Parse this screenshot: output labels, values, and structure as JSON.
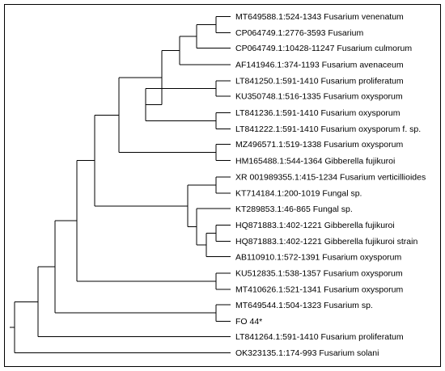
{
  "tree": {
    "leaves": [
      {
        "id": "L1",
        "label": "MT649588.1:524-1343 Fusarium venenatum"
      },
      {
        "id": "L2",
        "label": "CP064749.1:2776-3593 Fusarium"
      },
      {
        "id": "L3",
        "label": "CP064749.1:10428-11247 Fusarium culmorum"
      },
      {
        "id": "L4",
        "label": "AF141946.1:374-1193 Fusarium avenaceum"
      },
      {
        "id": "L5",
        "label": "LT841250.1:591-1410 Fusarium proliferatum"
      },
      {
        "id": "L6",
        "label": "KU350748.1:516-1335 Fusarium oxysporum"
      },
      {
        "id": "L7",
        "label": "LT841236.1:591-1410 Fusarium oxysporum"
      },
      {
        "id": "L8",
        "label": "LT841222.1:591-1410 Fusarium oxysporum f. sp."
      },
      {
        "id": "L9",
        "label": "MZ496571.1:519-1338 Fusarium oxysporum"
      },
      {
        "id": "L10",
        "label": "HM165488.1:544-1364 Gibberella fujikuroi"
      },
      {
        "id": "L11",
        "label": "XR 001989355.1:415-1234 Fusarium verticillioides"
      },
      {
        "id": "L12",
        "label": "KT714184.1:200-1019 Fungal sp."
      },
      {
        "id": "L13",
        "label": "KT289853.1:46-865 Fungal sp."
      },
      {
        "id": "L14",
        "label": "HQ871883.1:402-1221 Gibberella fujikuroi"
      },
      {
        "id": "L15",
        "label": "HQ871883.1:402-1221 Gibberella fujikuroi strain"
      },
      {
        "id": "L16",
        "label": "AB110910.1:572-1391 Fusarium oxysporum"
      },
      {
        "id": "L17",
        "label": "KU512835.1:538-1357 Fusarium oxysporum"
      },
      {
        "id": "L18",
        "label": "MT410626.1:521-1341 Fusarium oxysporum"
      },
      {
        "id": "L19",
        "label": "MT649544.1:504-1323 Fusarium sp."
      },
      {
        "id": "L20",
        "label": "FO 44*"
      },
      {
        "id": "L21",
        "label": "LT841264.1:591-1410 Fusarium proliferatum"
      },
      {
        "id": "L22",
        "label": "OK323135.1:174-993 Fusarium solani"
      }
    ]
  }
}
